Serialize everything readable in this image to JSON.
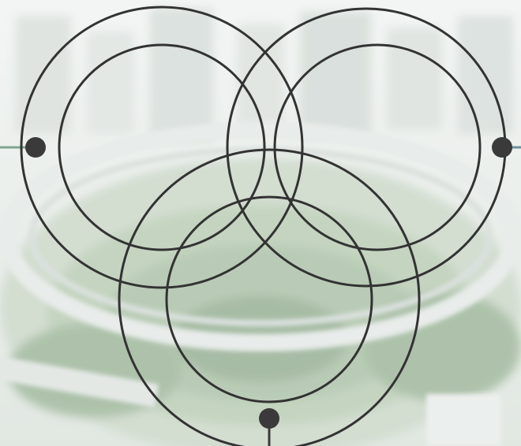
{
  "scene": {
    "background": "blurred-aerial-city-park-photo",
    "palette": {
      "sky": "#e9eeec",
      "haze": "#dfe6e2",
      "building": "#cfd7d3",
      "greenery": "#9fb89a",
      "greenery_dark": "#7e9c7c",
      "ring_stroke": "#333333",
      "node_fill": "#3a3a3a",
      "connector_left": "#7fa590",
      "connector_right": "#6e8f99",
      "connector_bottom": "#3a3a3a"
    }
  },
  "diagram": {
    "type": "three-overlapping-double-rings",
    "rings": [
      "left",
      "right",
      "bottom"
    ],
    "nodes": [
      "left-node",
      "right-node",
      "bottom-node"
    ]
  }
}
